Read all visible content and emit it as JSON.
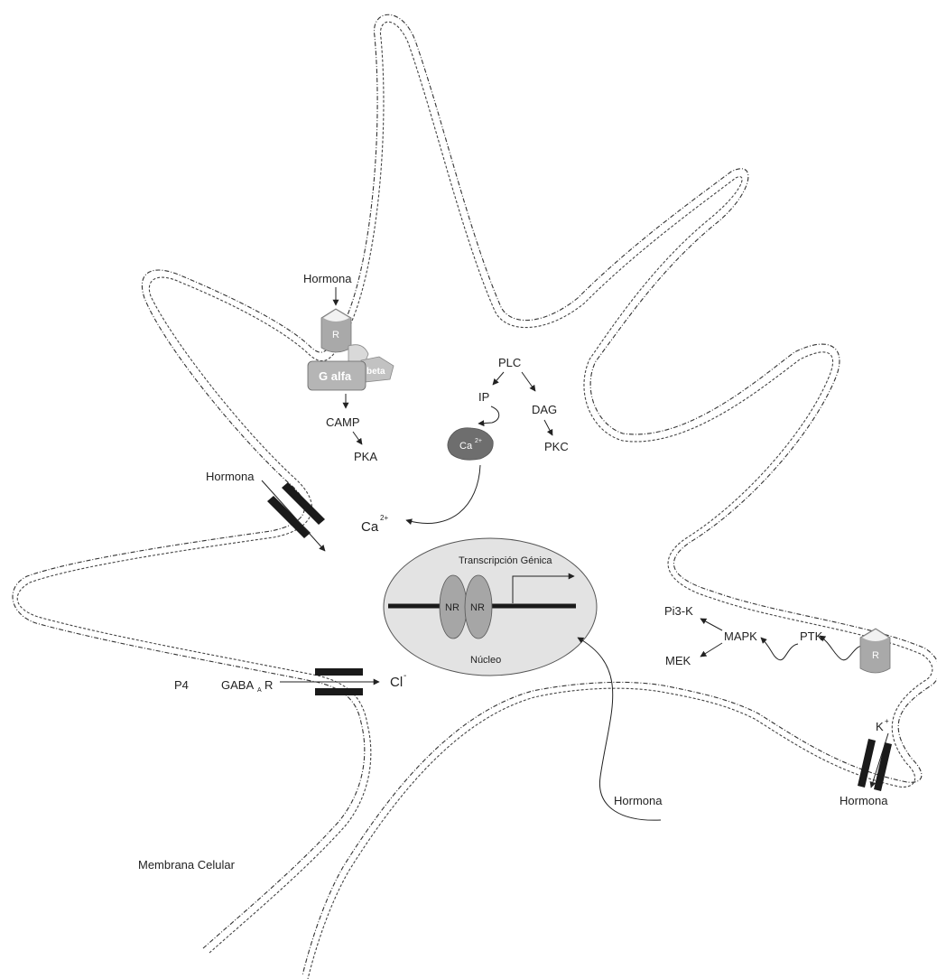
{
  "labels": {
    "hormona_top": "Hormona",
    "receptor_top": "R",
    "g_alfa": "G alfa",
    "beta": "beta",
    "camp": "CAMP",
    "pka": "PKA",
    "plc": "PLC",
    "ip": "IP",
    "dag": "DAG",
    "pkc": "PKC",
    "ca_cyto": "Ca",
    "ca_cyto_sup": "2+",
    "hormona_left": "Hormona",
    "ca_free": "Ca",
    "ca_free_sup": "2+",
    "transcripcion": "Transcripción Génica",
    "nr1": "NR",
    "nr2": "NR",
    "nucleo": "Núcleo",
    "pi3k": "Pi3-K",
    "mapk": "MAPK",
    "mek": "MEK",
    "ptk": "PTK",
    "receptor_right": "R",
    "p4": "P4",
    "gaba_r": "GABA",
    "gaba_sub": "A",
    "gaba_r_suffix": "R",
    "cl": "Cl",
    "cl_sup": "-",
    "k": "K",
    "k_sup": "+",
    "hormona_bottom_center": "Hormona",
    "hormona_bottom_right": "Hormona",
    "membrana": "Membrana Celular"
  },
  "colors": {
    "receptor": "#a9a9a9",
    "g_alfa": "#b5b5b5",
    "beta_fill": "#c2c2c2",
    "gamma_fill": "#d9d9d9",
    "ca_blob": "#6e6e6e",
    "nucleus": "#e3e3e3",
    "nr": "#a6a6a6",
    "channel": "#1a1a1a"
  }
}
